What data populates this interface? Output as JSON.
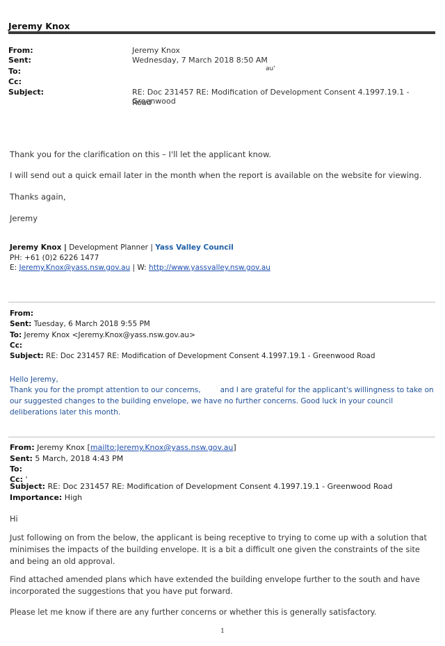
{
  "header": {
    "name": "Jeremy Knox"
  },
  "meta": {
    "from_label": "From:",
    "sent_label": "Sent:",
    "to_label": "To:",
    "cc_label": "Cc:",
    "subject_label": "Subject:",
    "from": "Jeremy Knox",
    "sent": "Wednesday, 7 March 2018 8:50 AM",
    "to": "au'",
    "subject_line1": "RE: Doc 231457 RE: Modification of Development Consent 4.1997.19.1 - Greenwood",
    "subject_line2": "Road"
  },
  "body": {
    "p1": "Thank you for the clarification on this – I'll let the applicant know.",
    "p2": "I will send out a quick email later in the month when the report is available on the website for viewing.",
    "p3": "Thanks again,",
    "p4": "Jeremy"
  },
  "signature": {
    "name": "Jeremy Knox |",
    "role": " Development Planner | ",
    "council": "Yass Valley Council",
    "phone": "PH: +61 (0)2 6226 1477",
    "email_prefix": "E: ",
    "email": "Jeremy.Knox@yass.nsw.gov.au",
    "web_prefix": " | W: ",
    "web": "http://www.yassvalley.nsw.gov.au"
  },
  "email2": {
    "from_label": "From:",
    "sent_label": "Sent:",
    "sent": " Tuesday, 6 March 2018 9:55 PM",
    "to_label": "To:",
    "to": " Jeremy Knox <Jeremy.Knox@yass.nsw.gov.au>",
    "cc_label": "Cc:",
    "subject_label": "Subject:",
    "subject": " RE: Doc 231457 RE: Modification of Development Consent 4.1997.19.1 - Greenwood Road",
    "greeting": "Hello Jeremy,",
    "line1a": "Thank you for the prompt attention to our concerns,",
    "line1b": "and I are grateful for the applicant's willingness to take on",
    "line2": "our suggested changes to the building envelope, we have no further concerns. Good luck in your council",
    "line3": "deliberations later this month."
  },
  "email3": {
    "from_label": "From:",
    "from": " Jeremy Knox [",
    "mailto": "mailto:Jeremy.Knox@yass.nsw.gov.au",
    "from_end": "]",
    "sent_label": "Sent:",
    "sent": " 5 March, 2018 4:43 PM",
    "to_label": "To:",
    "cc_label": "Cc:",
    "cc": " '",
    "subject_label": "Subject:",
    "subject": " RE: Doc 231457 RE: Modification of Development Consent 4.1997.19.1 - Greenwood Road",
    "importance_label": "Importance:",
    "importance": " High",
    "hi": "Hi",
    "p1": "Just following on from the below, the applicant is being receptive to trying to come up with a solution that minimises the impacts of the building envelope. It is a bit a difficult one given the constraints of the site and being an old approval.",
    "p2": "Find attached amended plans which have extended the building envelope further to the south and have incorporated the suggestions that you have put forward.",
    "p3": "Please let me know if there are any further concerns or whether this is generally satisfactory."
  },
  "page_number": "1"
}
